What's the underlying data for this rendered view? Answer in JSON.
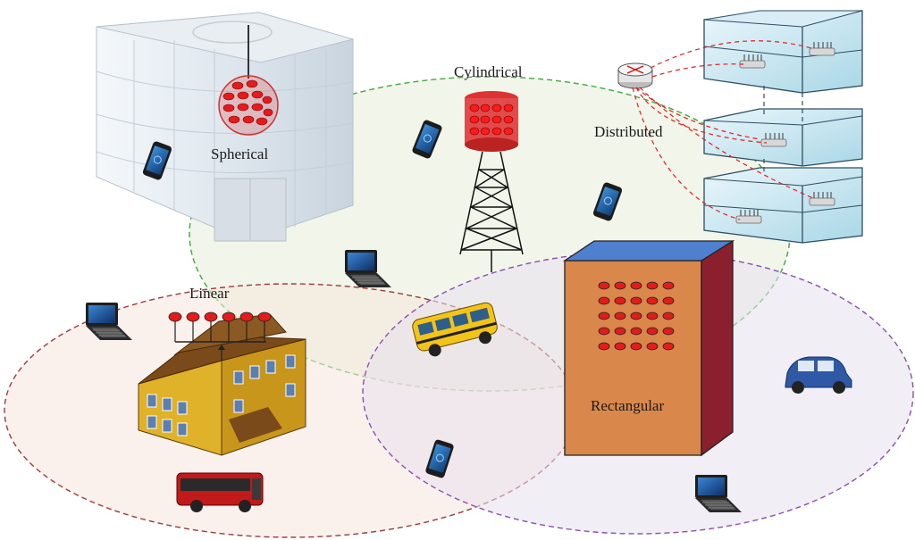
{
  "labels": {
    "spherical": "Spherical",
    "cylindrical": "Cylindrical",
    "distributed": "Distributed",
    "linear": "Linear",
    "rectangular": "Rectangular"
  },
  "colors": {
    "zone_green": "#3faa3f",
    "zone_red": "#9c3b3b",
    "zone_purple": "#8a4fb0",
    "antenna_element": "#e31b1b",
    "building_rect_front": "#d9874a",
    "building_rect_side": "#8b1f2e",
    "building_rect_top": "#4f7fcf",
    "fiber_link": "#e02020"
  },
  "icons": [
    "smartphone-icon",
    "laptop-icon",
    "school-bus-icon",
    "city-bus-icon",
    "car-icon",
    "router-icon"
  ]
}
